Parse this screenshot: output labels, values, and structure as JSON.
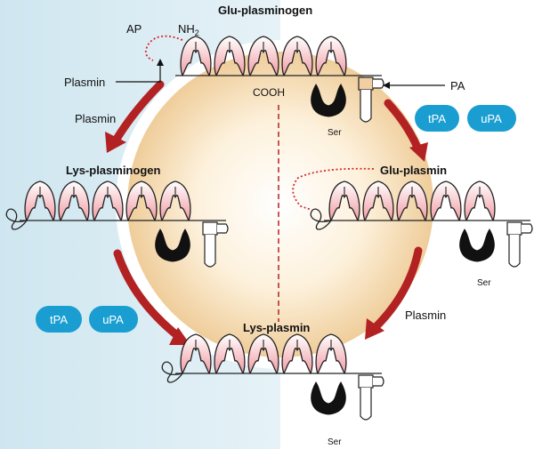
{
  "molecules": {
    "glu_plasminogen": "Glu-plasminogen",
    "lys_plasminogen": "Lys-plasminogen",
    "glu_plasmin": "Glu-plasmin",
    "lys_plasmin": "Lys-plasmin"
  },
  "annotations": {
    "ap": "AP",
    "nh2_base": "NH",
    "nh2_sub": "2",
    "cooh": "COOH",
    "plasmin_pointer": "Plasmin",
    "pa_pointer": "PA",
    "arrow_plasmin_left": "Plasmin",
    "arrow_plasmin_right": "Plasmin",
    "ser": "Ser"
  },
  "enzymes": {
    "tpa": "tPA",
    "upa": "uPA"
  },
  "colors": {
    "background_left": "#dcecf3",
    "sphere_center": "#fff8ee",
    "sphere_edge": "#eecf9c",
    "kringle_fill": "#f4b8c0",
    "arrow": "#b22222",
    "pill": "#1a9ed1"
  },
  "icons": {
    "kringle": "kringle-loop-icon",
    "serine_domain": "serine-protease-icon",
    "ap_chain": "activation-peptide-icon"
  }
}
